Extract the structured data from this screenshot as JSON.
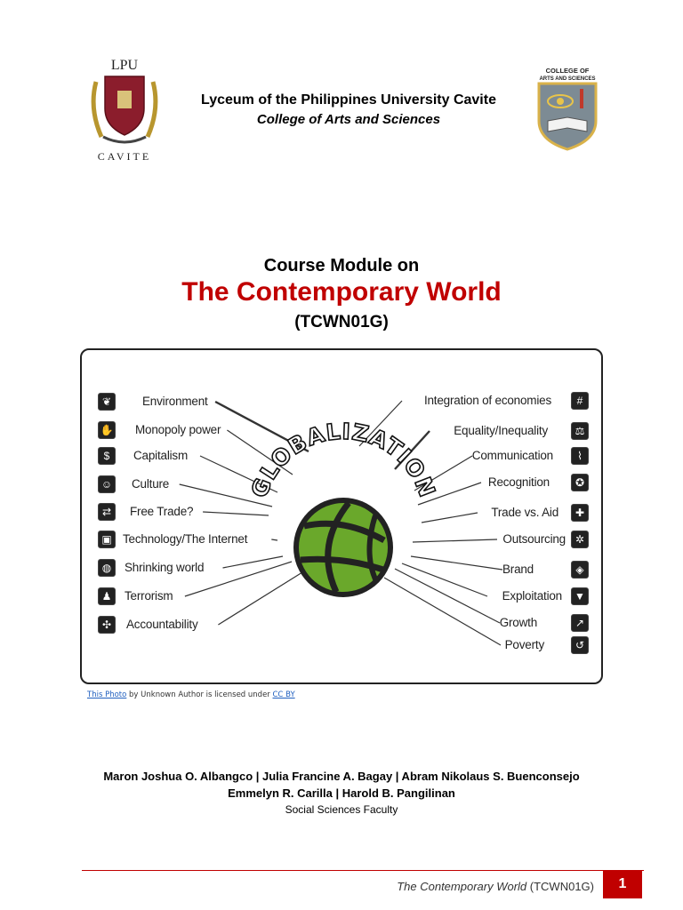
{
  "header": {
    "lpu_logo_text": "LPU",
    "lpu_logo_sub": "CAVITE",
    "cas_logo_text_1": "COLLEGE OF",
    "cas_logo_text_2": "ARTS AND SCIENCES",
    "institution": "Lyceum of the Philippines University Cavite",
    "college": "College of Arts and Sciences"
  },
  "title": {
    "label": "Course Module on",
    "name": "The Contemporary World",
    "code": "(TCWN01G)"
  },
  "diagram": {
    "center_word": "GLOBALIZATION",
    "left_topics": [
      {
        "label": "Environment",
        "icon": "leaf-icon",
        "glyph": "❦"
      },
      {
        "label": "Monopoly power",
        "icon": "handshake-icon",
        "glyph": "✋"
      },
      {
        "label": "Capitalism",
        "icon": "dollar-icon",
        "glyph": "$"
      },
      {
        "label": "Culture",
        "icon": "masks-icon",
        "glyph": "☺"
      },
      {
        "label": "Free Trade?",
        "icon": "exchange-icon",
        "glyph": "⇄"
      },
      {
        "label": "Technology/The Internet",
        "icon": "computer-icon",
        "glyph": "▣"
      },
      {
        "label": "Shrinking world",
        "icon": "globe-icon",
        "glyph": "◍"
      },
      {
        "label": "Terrorism",
        "icon": "person-icon",
        "glyph": "♟"
      },
      {
        "label": "Accountability",
        "icon": "network-icon",
        "glyph": "✣"
      }
    ],
    "right_topics": [
      {
        "label": "Integration of economies",
        "icon": "grid-icon",
        "glyph": "#"
      },
      {
        "label": "Equality/Inequality",
        "icon": "scales-icon",
        "glyph": "⚖"
      },
      {
        "label": "Communication",
        "icon": "antenna-icon",
        "glyph": "⌇"
      },
      {
        "label": "Recognition",
        "icon": "award-icon",
        "glyph": "✪"
      },
      {
        "label": "Trade vs. Aid",
        "icon": "aid-icon",
        "glyph": "✚"
      },
      {
        "label": "Outsourcing",
        "icon": "outsourcing-icon",
        "glyph": "✲"
      },
      {
        "label": "Brand",
        "icon": "tag-icon",
        "glyph": "◈"
      },
      {
        "label": "Exploitation",
        "icon": "funnel-icon",
        "glyph": "▼"
      },
      {
        "label": "Growth",
        "icon": "chart-up-icon",
        "glyph": "↗"
      },
      {
        "label": "Poverty",
        "icon": "hand-icon",
        "glyph": "↺"
      }
    ]
  },
  "credit": {
    "link_text": "This Photo",
    "middle_text": " by Unknown Author is licensed under ",
    "license_text": "CC BY"
  },
  "authors": {
    "line1": "Maron Joshua O. Albangco | Julia Francine A. Bagay | Abram Nikolaus S. Buenconsejo",
    "line2": "Emmelyn R. Carilla | Harold B. Pangilinan",
    "faculty": "Social Sciences Faculty"
  },
  "footer": {
    "course_italic": "The Contemporary World",
    "course_code": " (TCWN01G)",
    "page_number": "1"
  },
  "colors": {
    "accent_red": "#c00000",
    "globe_green": "#6aa82b",
    "link_blue": "#1f5fbf"
  }
}
